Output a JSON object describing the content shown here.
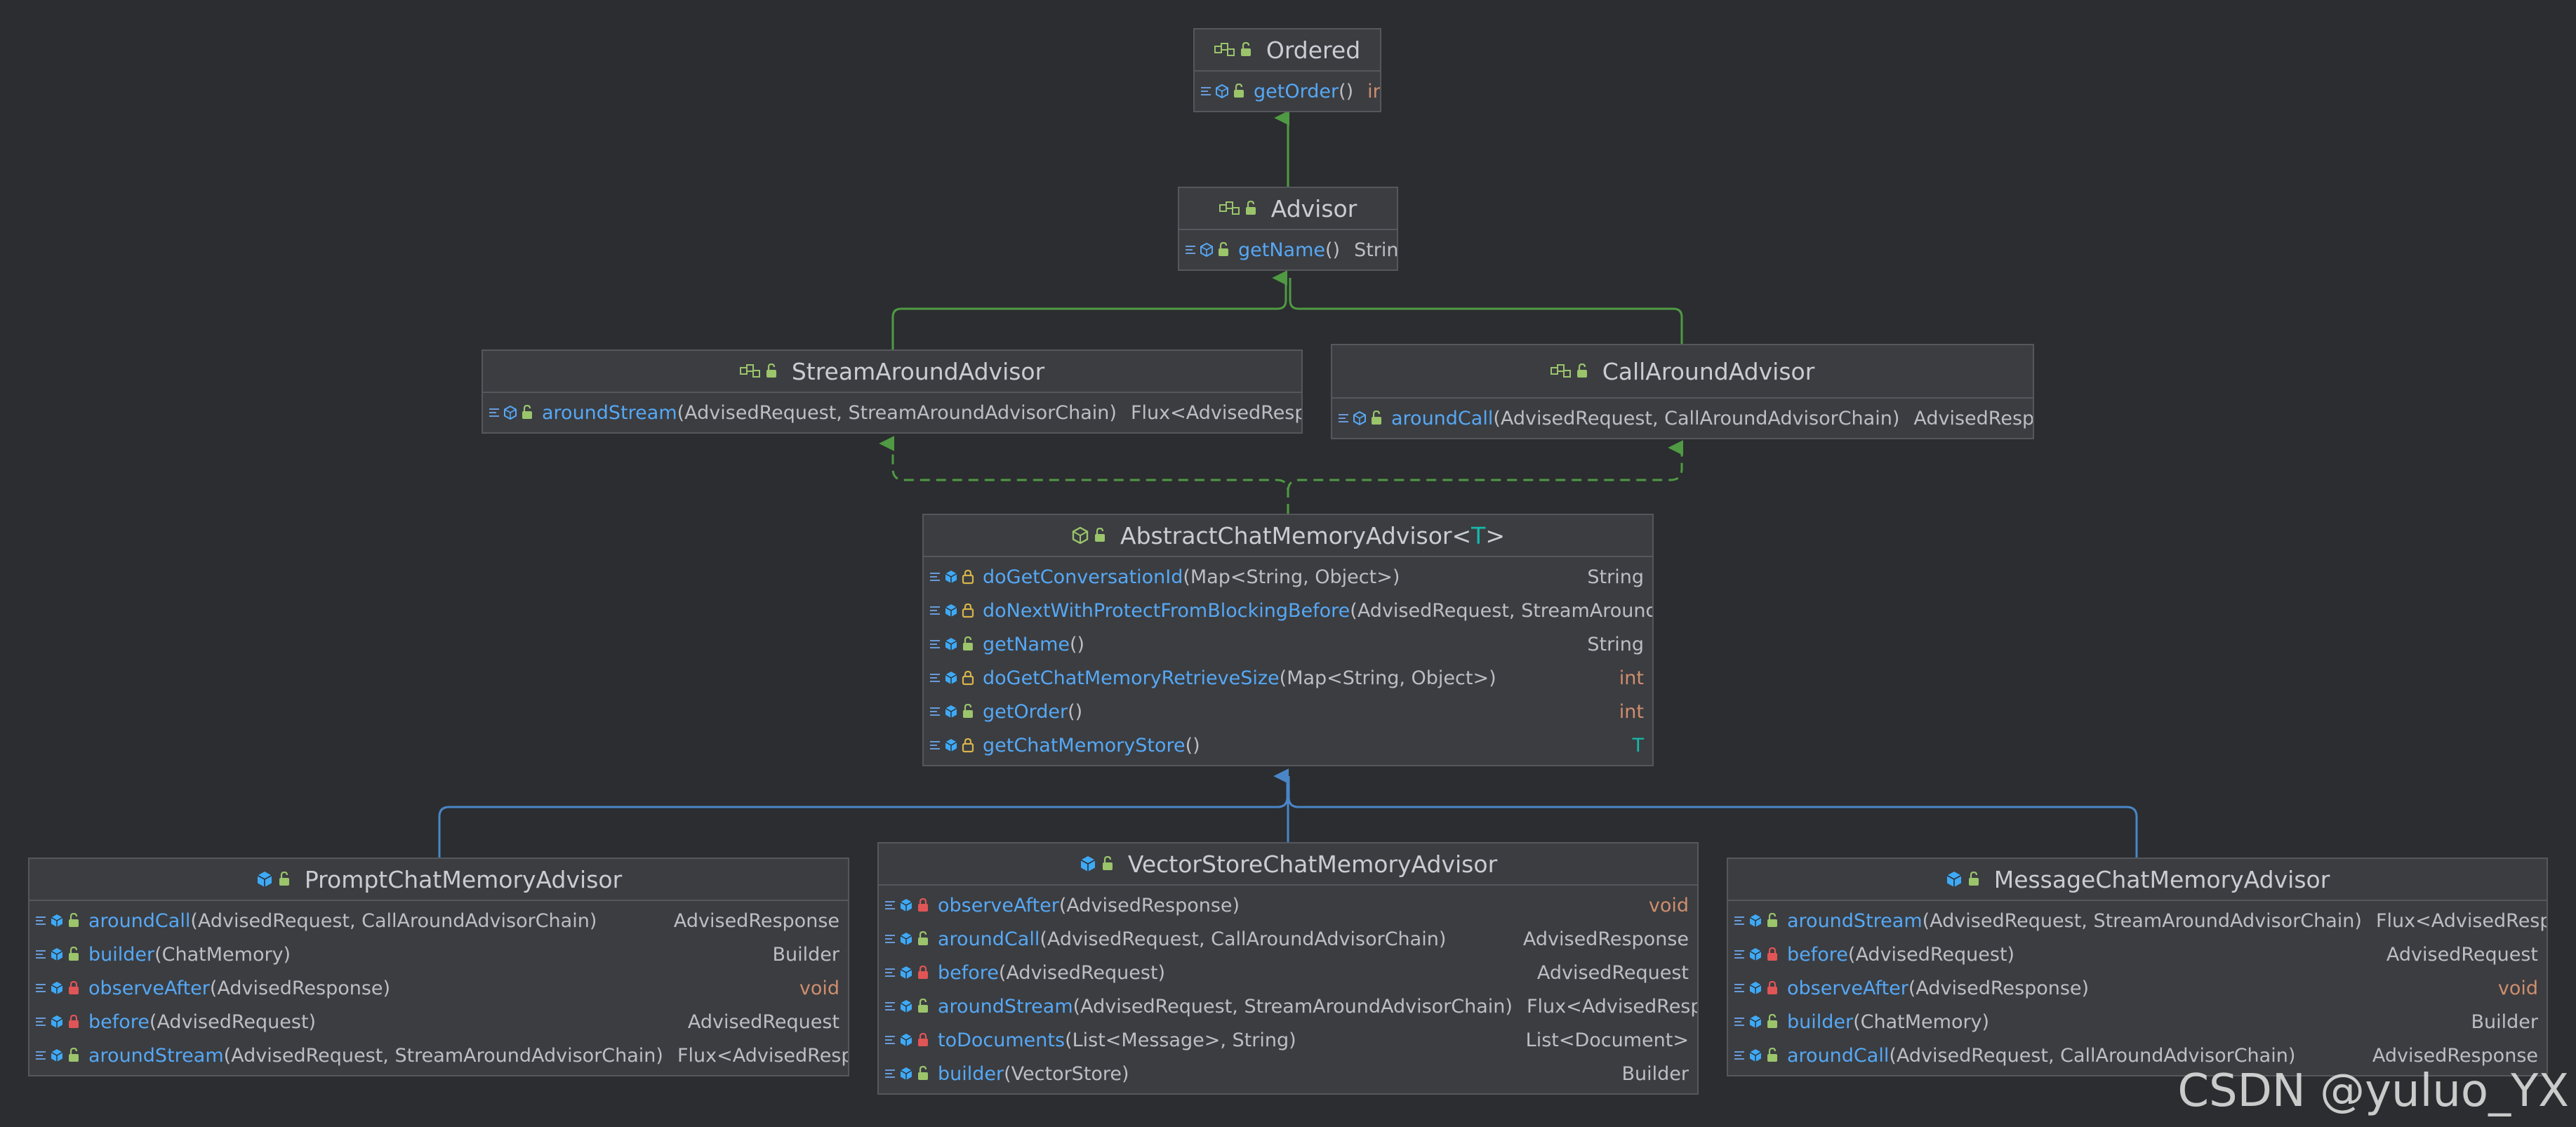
{
  "colors": {
    "background": "#2b2d30",
    "node_fill": "#3b3d41",
    "method_name": "#56a8f5",
    "keyword": "#cf8e6d",
    "type_param": "#16baac",
    "extends_edge": "#4f9a43",
    "inherits_edge": "#4a86c7"
  },
  "nodes": {
    "ordered": {
      "title": "Ordered",
      "kind": "interface-icon",
      "methods": [
        {
          "name": "getOrder",
          "params": "()",
          "ret": "int"
        }
      ]
    },
    "advisor": {
      "title": "Advisor",
      "kind": "interface-icon",
      "methods": [
        {
          "name": "getName",
          "params": "()",
          "ret": "String"
        }
      ]
    },
    "stream_around": {
      "title": "StreamAroundAdvisor",
      "kind": "interface-icon",
      "methods": [
        {
          "name": "aroundStream",
          "params": "(AdvisedRequest, StreamAroundAdvisorChain)",
          "ret": "Flux<AdvisedResponse>"
        }
      ]
    },
    "call_around": {
      "title": "CallAroundAdvisor",
      "kind": "interface-icon",
      "methods": [
        {
          "name": "aroundCall",
          "params": "(AdvisedRequest, CallAroundAdvisorChain)",
          "ret": "AdvisedResponse"
        }
      ]
    },
    "abstract_chat": {
      "title": "AbstractChatMemoryAdvisor",
      "title_open": "<",
      "title_type": "T",
      "title_close": ">",
      "kind": "abstract-class-icon",
      "methods": [
        {
          "name": "doGetConversationId",
          "params": "(Map<String, Object>)",
          "ret": "String"
        },
        {
          "name": "doNextWithProtectFromBlockingBefore",
          "params": "(AdvisedRequest, StreamAroundAdvis",
          "ret": ""
        },
        {
          "name": "getName",
          "params": "()",
          "ret": "String"
        },
        {
          "name": "doGetChatMemoryRetrieveSize",
          "params": "(Map<String, Object>)",
          "ret": "int"
        },
        {
          "name": "getOrder",
          "params": "()",
          "ret": "int"
        },
        {
          "name": "getChatMemoryStore",
          "params": "()",
          "ret": "T"
        }
      ]
    },
    "prompt_chat": {
      "title": "PromptChatMemoryAdvisor",
      "kind": "class-icon",
      "methods": [
        {
          "name": "aroundCall",
          "params": "(AdvisedRequest, CallAroundAdvisorChain)",
          "ret": "AdvisedResponse"
        },
        {
          "name": "builder",
          "params": "(ChatMemory)",
          "ret": "Builder"
        },
        {
          "name": "observeAfter",
          "params": "(AdvisedResponse)",
          "ret": "void"
        },
        {
          "name": "before",
          "params": "(AdvisedRequest)",
          "ret": "AdvisedRequest"
        },
        {
          "name": "aroundStream",
          "params": "(AdvisedRequest, StreamAroundAdvisorChain)",
          "ret": "Flux<AdvisedResponse>"
        }
      ]
    },
    "vector_chat": {
      "title": "VectorStoreChatMemoryAdvisor",
      "kind": "class-icon",
      "methods": [
        {
          "name": "observeAfter",
          "params": "(AdvisedResponse)",
          "ret": "void"
        },
        {
          "name": "aroundCall",
          "params": "(AdvisedRequest, CallAroundAdvisorChain)",
          "ret": "AdvisedResponse"
        },
        {
          "name": "before",
          "params": "(AdvisedRequest)",
          "ret": "AdvisedRequest"
        },
        {
          "name": "aroundStream",
          "params": "(AdvisedRequest, StreamAroundAdvisorChain)",
          "ret": "Flux<AdvisedResponse>"
        },
        {
          "name": "toDocuments",
          "params": "(List<Message>, String)",
          "ret": "List<Document>"
        },
        {
          "name": "builder",
          "params": "(VectorStore)",
          "ret": "Builder"
        }
      ]
    },
    "message_chat": {
      "title": "MessageChatMemoryAdvisor",
      "kind": "class-icon",
      "methods": [
        {
          "name": "aroundStream",
          "params": "(AdvisedRequest, StreamAroundAdvisorChain)",
          "ret": "Flux<AdvisedResponse>"
        },
        {
          "name": "before",
          "params": "(AdvisedRequest)",
          "ret": "AdvisedRequest"
        },
        {
          "name": "observeAfter",
          "params": "(AdvisedResponse)",
          "ret": "void"
        },
        {
          "name": "builder",
          "params": "(ChatMemory)",
          "ret": "Builder"
        },
        {
          "name": "aroundCall",
          "params": "(AdvisedRequest, CallAroundAdvisorChain)",
          "ret": "AdvisedResponse"
        }
      ]
    }
  },
  "watermark": "CSDN @yuluo_YX"
}
